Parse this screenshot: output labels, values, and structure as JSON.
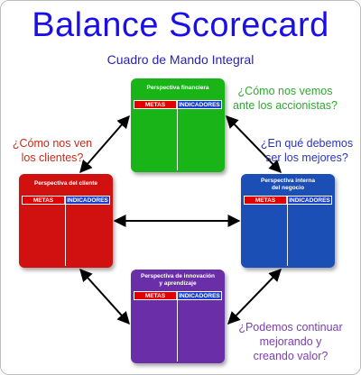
{
  "title": "Balance Scorecard",
  "subtitle": "Cuadro de Mando Integral",
  "colors": {
    "title": "#1a10e6",
    "subtitle": "#2a22b8",
    "q_financial": "#2fa82f",
    "q_customer": "#cc2a1a",
    "q_internal": "#2a36b8",
    "q_learning": "#7a3fb0",
    "box_financial": "#18b418",
    "box_customer": "#d11010",
    "box_internal": "#1b4fb5",
    "box_learning": "#6a2ea8"
  },
  "questions": {
    "financial": [
      "¿Cómo nos vemos",
      "ante los accionistas?"
    ],
    "customer": [
      "¿Cómo nos ven",
      "los clientes?"
    ],
    "internal": [
      "¿En qué debemos",
      "ser los mejores?"
    ],
    "learning": [
      "¿Podemos continuar",
      "mejorando y",
      "creando valor?"
    ]
  },
  "boxes": {
    "financial": {
      "title": [
        "Perspectiva financiera"
      ],
      "metas": "METAS",
      "indicadores": "INDICADORES"
    },
    "customer": {
      "title": [
        "Perspectiva del cliente"
      ],
      "metas": "METAS",
      "indicadores": "INDICADORES"
    },
    "internal": {
      "title": [
        "Perspectiva interna",
        "del negocio"
      ],
      "metas": "METAS",
      "indicadores": "INDICADORES"
    },
    "learning": {
      "title": [
        "Perspectiva de innovación",
        "y aprendizaje"
      ],
      "metas": "METAS",
      "indicadores": "INDICADORES"
    }
  },
  "connections": [
    [
      "financial",
      "customer"
    ],
    [
      "financial",
      "internal"
    ],
    [
      "customer",
      "internal"
    ],
    [
      "customer",
      "learning"
    ],
    [
      "internal",
      "learning"
    ]
  ]
}
